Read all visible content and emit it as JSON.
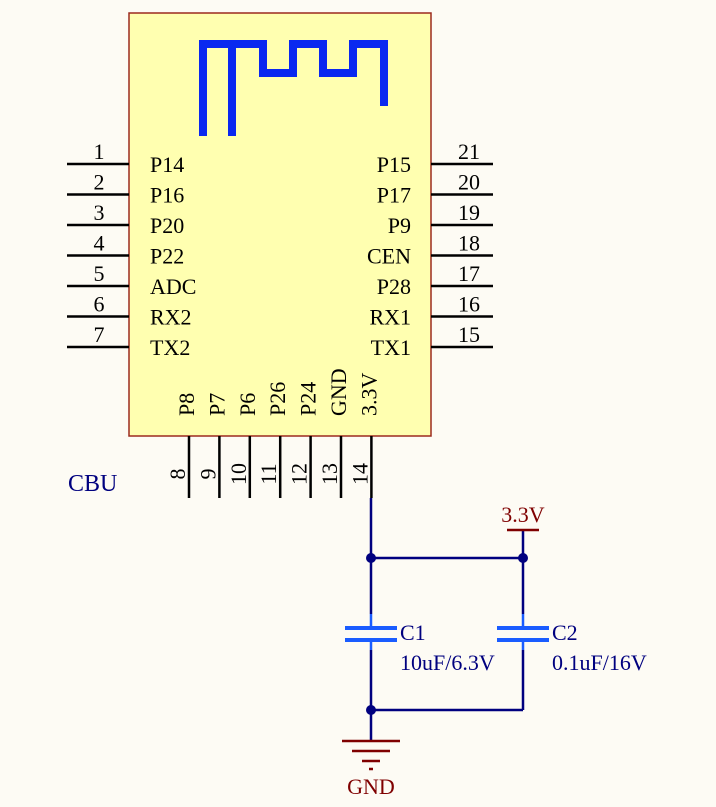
{
  "module": {
    "designator": "CBU",
    "left_pins": [
      {
        "num": "1",
        "name": "P14"
      },
      {
        "num": "2",
        "name": "P16"
      },
      {
        "num": "3",
        "name": "P20"
      },
      {
        "num": "4",
        "name": "P22"
      },
      {
        "num": "5",
        "name": "ADC"
      },
      {
        "num": "6",
        "name": "RX2"
      },
      {
        "num": "7",
        "name": "TX2"
      }
    ],
    "right_pins": [
      {
        "num": "21",
        "name": "P15"
      },
      {
        "num": "20",
        "name": "P17"
      },
      {
        "num": "19",
        "name": "P9"
      },
      {
        "num": "18",
        "name": "CEN"
      },
      {
        "num": "17",
        "name": "P28"
      },
      {
        "num": "16",
        "name": "RX1"
      },
      {
        "num": "15",
        "name": "TX1"
      }
    ],
    "bottom_pins": [
      {
        "num": "8",
        "name": "P8"
      },
      {
        "num": "9",
        "name": "P7"
      },
      {
        "num": "10",
        "name": "P6"
      },
      {
        "num": "11",
        "name": "P26"
      },
      {
        "num": "12",
        "name": "P24"
      },
      {
        "num": "13",
        "name": "GND"
      },
      {
        "num": "14",
        "name": "3.3V"
      }
    ]
  },
  "capacitors": {
    "c1": {
      "ref": "C1",
      "value": "10uF/6.3V"
    },
    "c2": {
      "ref": "C2",
      "value": "0.1uF/16V"
    }
  },
  "power_port": {
    "label": "3.3V"
  },
  "ground_port": {
    "label": "GND"
  },
  "colors": {
    "background": "#fdfbf4",
    "module_fill": "#ffffb0",
    "module_border": "#9c2a1e",
    "antenna": "#0a28f0",
    "wire": "#00007f",
    "pin": "#000000",
    "capacitor": "#1a5cff",
    "label_blue": "#00007f",
    "power": "#7f0000"
  }
}
